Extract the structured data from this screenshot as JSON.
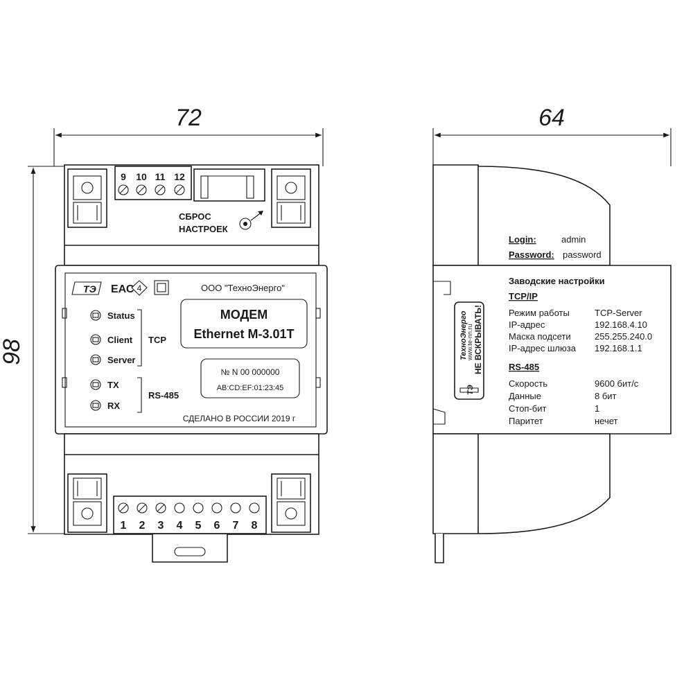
{
  "dimensions": {
    "front_width": "72",
    "side_width": "64",
    "height": "98"
  },
  "front": {
    "top_terminal_numbers": [
      "9",
      "10",
      "11",
      "12"
    ],
    "reset_label_line1": "СБРОС",
    "reset_label_line2": "НАСТРОЕК",
    "logo_text": "ТЭ",
    "eac_mark": "ЕАС",
    "class_mark": "4",
    "company": "ООО \"ТехноЭнерго\"",
    "model_line1": "МОДЕМ",
    "model_line2": "Ethernet М-3.01Т",
    "leds": [
      "Status",
      "Client",
      "Server",
      "TX",
      "RX"
    ],
    "group_tcp": "TCP",
    "group_rs485": "RS-485",
    "serial_label": "№ N  00 000000",
    "mac_address": "AB:CD:EF:01:23:45",
    "made_in": "СДЕЛАНО В РОССИИ   2019 г",
    "bottom_terminal_numbers": [
      "1",
      "2",
      "3",
      "4",
      "5",
      "6",
      "7",
      "8"
    ]
  },
  "side": {
    "login_label": "Login:",
    "login_value": "admin",
    "password_label": "Password:",
    "password_value": "password",
    "factory_title": "Заводские настройки",
    "tcpip_title": "TCP/IP",
    "tcpip_rows": [
      {
        "label": "Режим работы",
        "value": "TCP-Server"
      },
      {
        "label": "IP-адрес",
        "value": "192.168.4.10"
      },
      {
        "label": "Маска подсети",
        "value": "255.255.240.0"
      },
      {
        "label": "IP-адрес шлюза",
        "value": "192.168.1.1"
      }
    ],
    "rs485_title": "RS-485",
    "rs485_rows": [
      {
        "label": "Скорость",
        "value": "9600 бит/с"
      },
      {
        "label": "Данные",
        "value": "8 бит"
      },
      {
        "label": "Стоп-бит",
        "value": "1"
      },
      {
        "label": "Паритет",
        "value": "нечет"
      }
    ],
    "seal_brand": "ТехноЭнерго",
    "seal_site": "www.te-nn.ru",
    "seal_warning": "НЕ ВСКРЫВАТЬ!",
    "seal_logo": "ТЭ"
  }
}
